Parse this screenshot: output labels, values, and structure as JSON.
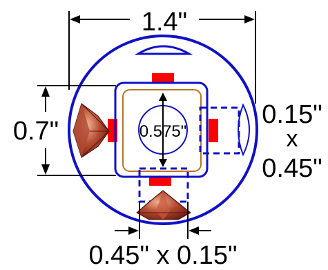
{
  "labels": {
    "overall_width": "1.4\"",
    "height": "0.7\"",
    "inner_diameter": "0.575\"",
    "right_slot_width": "0.15\"",
    "right_slot_times": "x",
    "right_slot_height": "0.45\"",
    "bottom_slot": "0.45\" x 0.15\""
  },
  "colors": {
    "outline": "#1010c8",
    "dashed_slot": "#1010c8",
    "tab": "#ff0000",
    "inner_square": "#b8732a",
    "dimension_line": "#000000",
    "gem_dark": "#7a1f14",
    "gem_light": "#d77a5c"
  }
}
